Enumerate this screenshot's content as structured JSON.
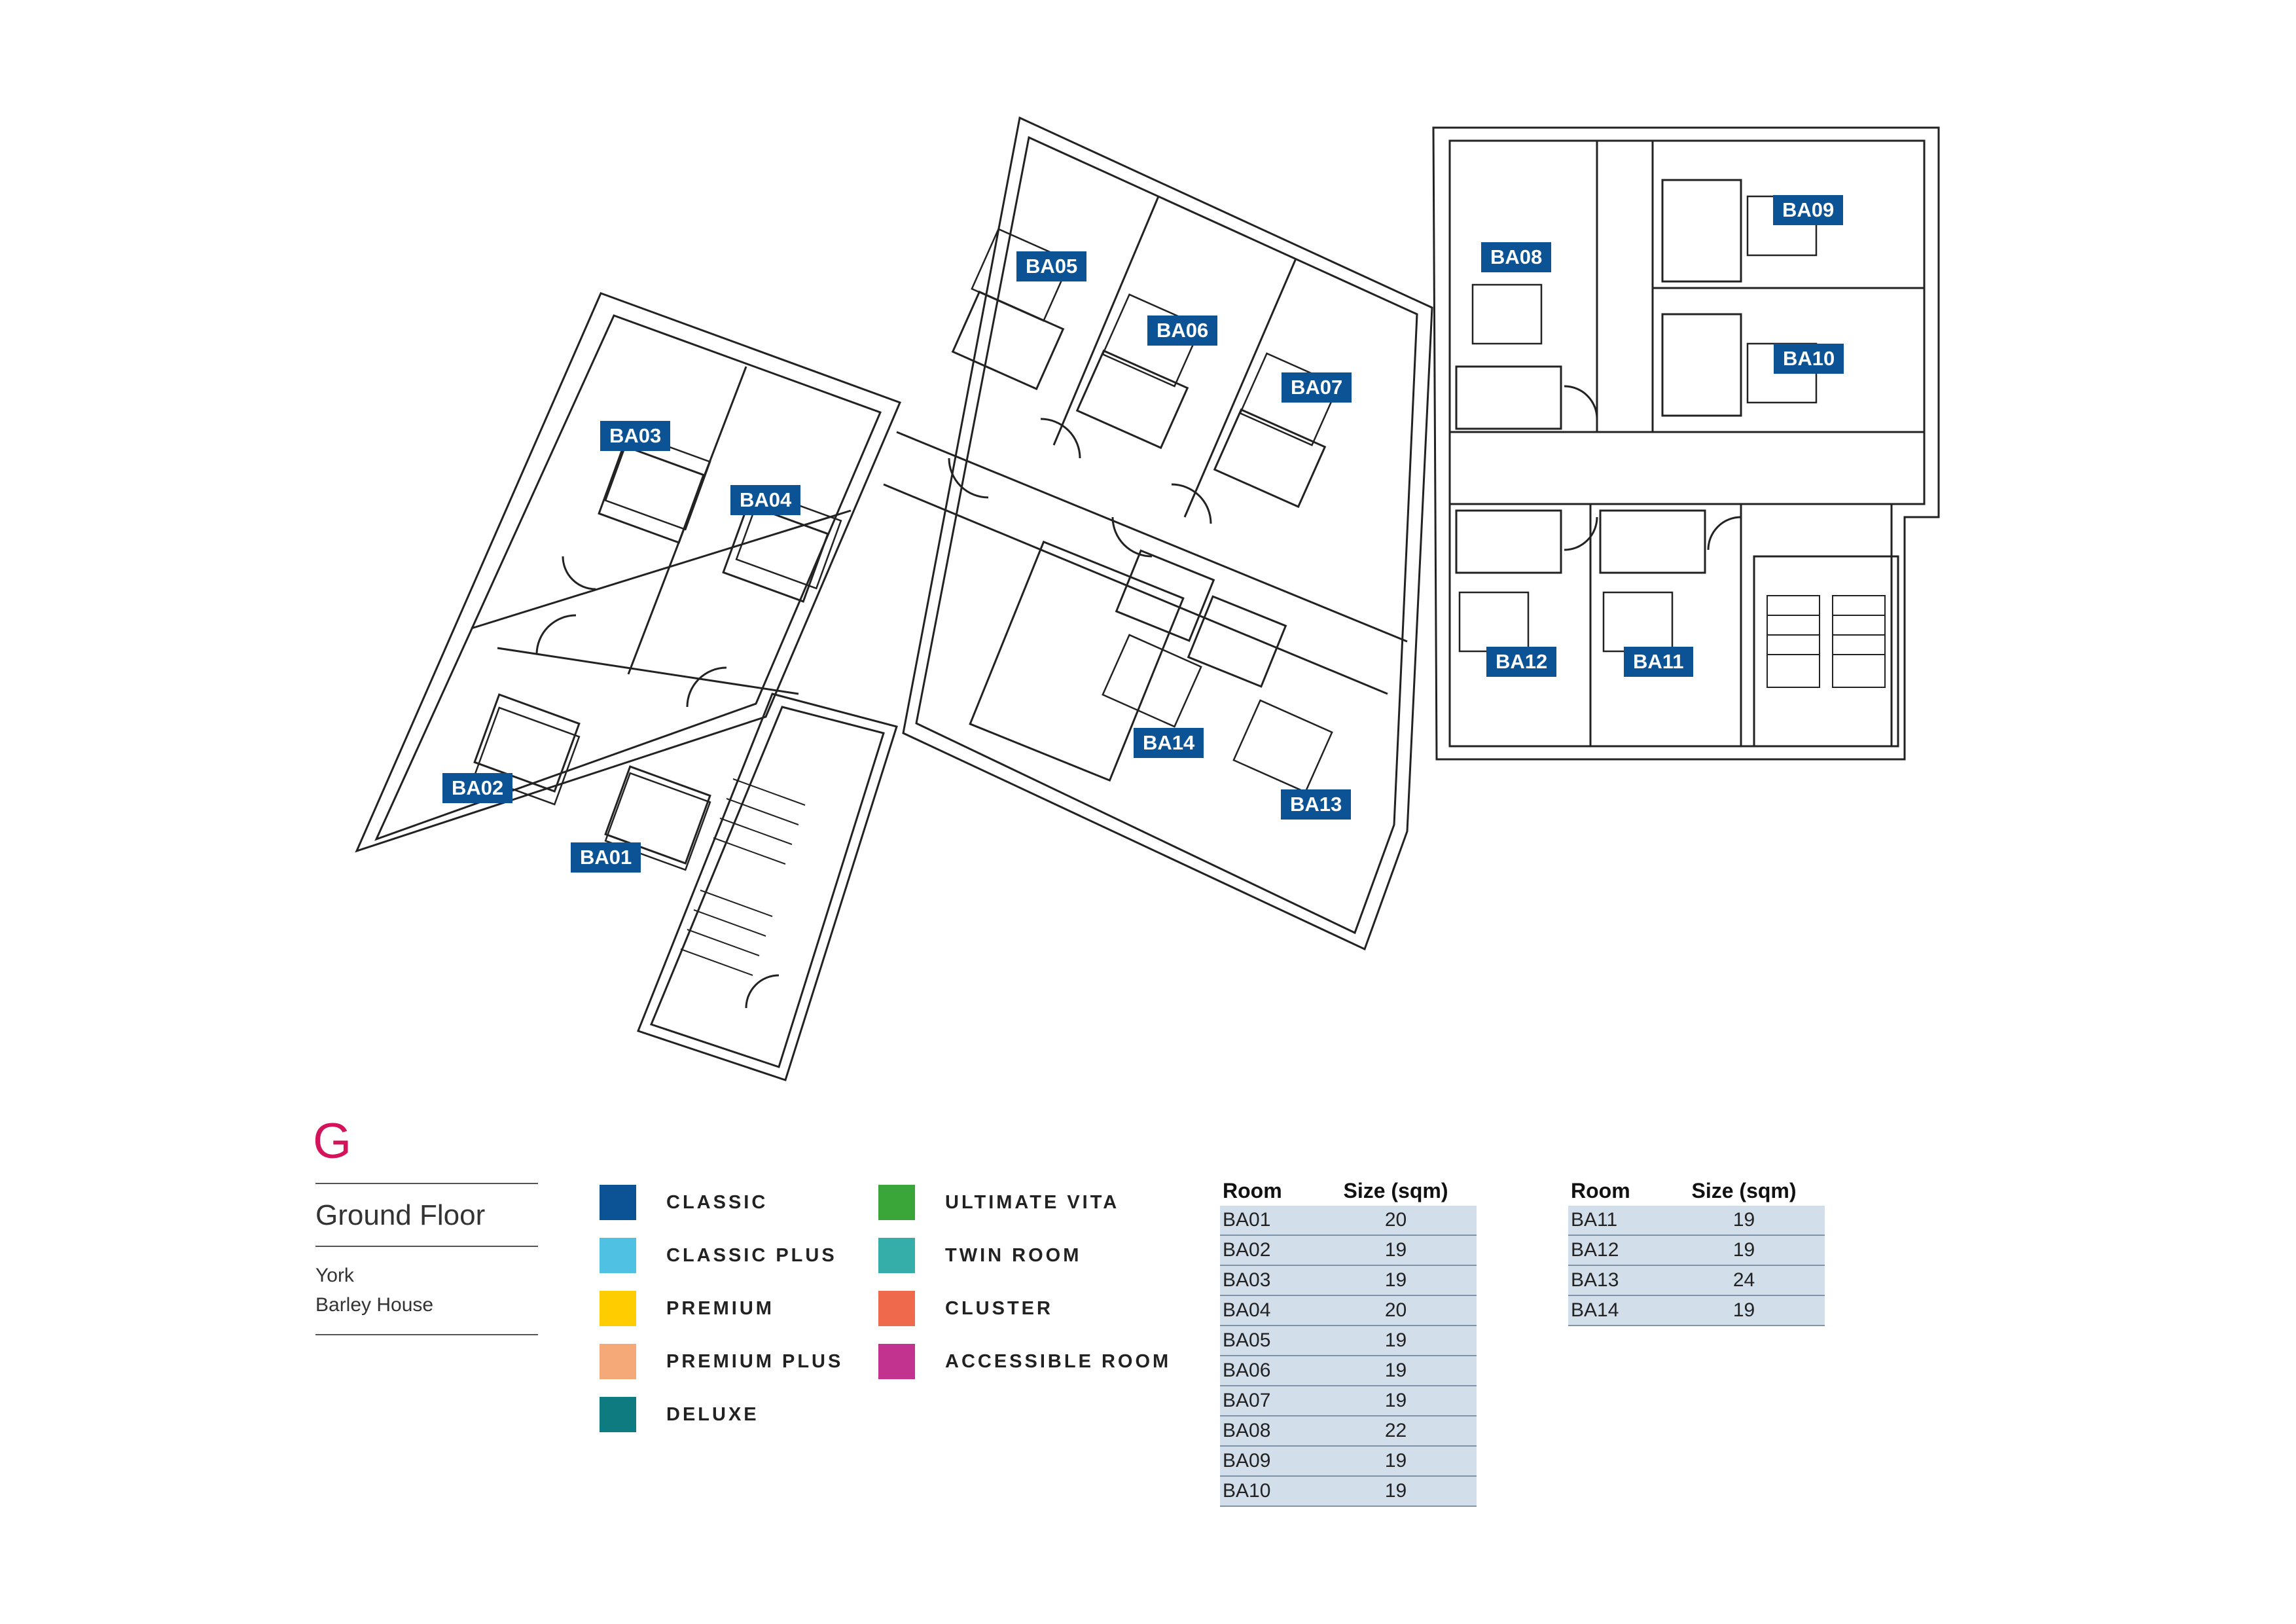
{
  "floor": {
    "letter": "G",
    "name": "Ground Floor",
    "city": "York",
    "building": "Barley House",
    "accent_color": "#d4145a"
  },
  "room_labels": [
    "BA01",
    "BA02",
    "BA03",
    "BA04",
    "BA05",
    "BA06",
    "BA07",
    "BA08",
    "BA09",
    "BA10",
    "BA11",
    "BA12",
    "BA13",
    "BA14"
  ],
  "legend": [
    {
      "label": "CLASSIC",
      "color": "#0b5394"
    },
    {
      "label": "CLASSIC PLUS",
      "color": "#4fc1e3"
    },
    {
      "label": "PREMIUM",
      "color": "#ffcc00"
    },
    {
      "label": "PREMIUM PLUS",
      "color": "#f5a878"
    },
    {
      "label": "DELUXE",
      "color": "#0d7b80"
    },
    {
      "label": "ULTIMATE VITA",
      "color": "#3aa63a"
    },
    {
      "label": "TWIN ROOM",
      "color": "#35ada8"
    },
    {
      "label": "CLUSTER",
      "color": "#ef6a4d"
    },
    {
      "label": "ACCESSIBLE ROOM",
      "color": "#c2338f"
    }
  ],
  "table_headers": {
    "room": "Room",
    "size": "Size (sqm)"
  },
  "table_left": [
    {
      "room": "BA01",
      "size": "20"
    },
    {
      "room": "BA02",
      "size": "19"
    },
    {
      "room": "BA03",
      "size": "19"
    },
    {
      "room": "BA04",
      "size": "20"
    },
    {
      "room": "BA05",
      "size": "19"
    },
    {
      "room": "BA06",
      "size": "19"
    },
    {
      "room": "BA07",
      "size": "19"
    },
    {
      "room": "BA08",
      "size": "22"
    },
    {
      "room": "BA09",
      "size": "19"
    },
    {
      "room": "BA10",
      "size": "19"
    }
  ],
  "table_right": [
    {
      "room": "BA11",
      "size": "19"
    },
    {
      "room": "BA12",
      "size": "19"
    },
    {
      "room": "BA13",
      "size": "24"
    },
    {
      "room": "BA14",
      "size": "19"
    }
  ],
  "room_tag_color": "#0b5394"
}
